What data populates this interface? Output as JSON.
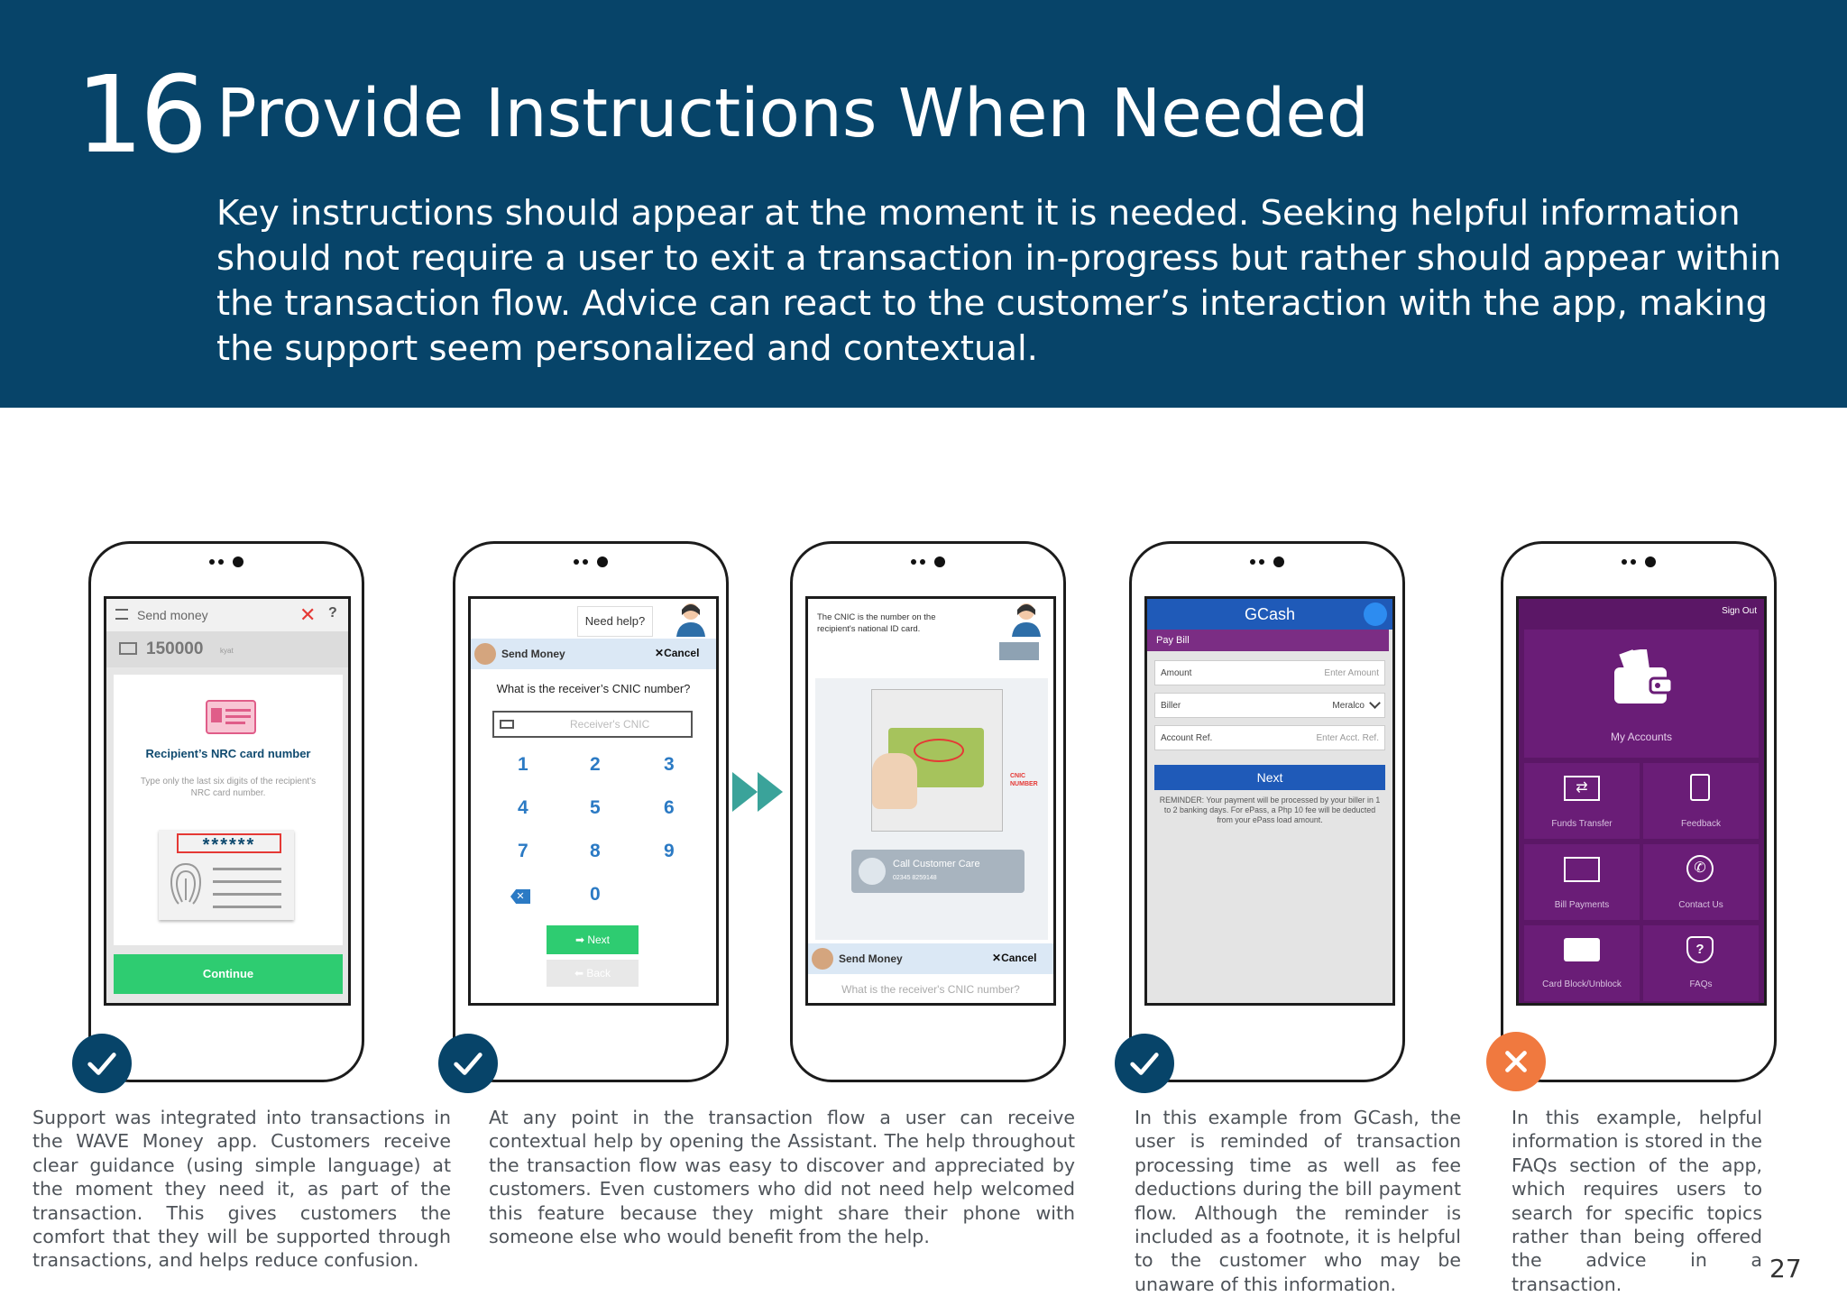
{
  "header": {
    "number": "16",
    "title": "Provide Instructions When Needed",
    "intro": "Key instructions should appear at the moment it is needed. Seeking helpful information should not require a user to exit a transaction in-progress but rather should appear within the transaction flow. Advice can react to the customer’s interaction with the app, making the support seem personalized and contextual."
  },
  "colors": {
    "header_bg": "#074469",
    "check_badge": "#074469",
    "cross_badge": "#f0793f",
    "arrow": "#3aa39a"
  },
  "phones": {
    "wave": {
      "topbar_title": "Send money",
      "amount": "150000",
      "amount_unit": "kyat",
      "heading": "Recipient’s NRC card number",
      "hint": "Type only the last six digits of the recipient's NRC card number.",
      "masked": "******",
      "button": "Continue"
    },
    "assistant": {
      "bubble": "Need help?",
      "bar_title": "Send Money",
      "cancel": "Cancel",
      "question": "What is the receiver’s CNIC number?",
      "placeholder": "Receiver's CNIC",
      "keys": [
        "1",
        "2",
        "3",
        "4",
        "5",
        "6",
        "7",
        "8",
        "9",
        "0"
      ],
      "next": "Next",
      "back": "Back"
    },
    "assistant_help": {
      "bubble": "The CNIC is the number on the recipient's national ID card.",
      "card_label": "CNIC NUMBER",
      "call_button": "Call Customer Care",
      "call_number": "02345 8259148",
      "bar_title": "Send Money",
      "cancel": "Cancel",
      "question": "What is the receiver's CNIC number?"
    },
    "gcash": {
      "app_title": "GCash",
      "section": "Pay Bill",
      "fields": [
        {
          "label": "Amount",
          "value": "Enter Amount"
        },
        {
          "label": "Biller",
          "value": "Meralco"
        },
        {
          "label": "Account Ref.",
          "value": "Enter Acct. Ref."
        }
      ],
      "next": "Next",
      "reminder": "REMINDER: Your payment will be processed by your biller in 1 to 2 banking days. For ePass, a Php 10 fee will be deducted from your ePass load amount."
    },
    "bank": {
      "sign_out": "Sign Out",
      "main_tile": "My Accounts",
      "tiles": [
        "Funds Transfer",
        "Feedback",
        "Bill Payments",
        "Contact Us",
        "Card Block/Unblock",
        "FAQs"
      ]
    }
  },
  "captions": [
    "Support was integrated into transactions in the WAVE Money app. Customers receive clear guidance (using simple language) at the moment they need it, as part of the transaction. This gives customers the comfort that they will be supported through transactions, and helps reduce confusion.",
    "At any point in the transaction flow a user can receive contextual help by opening the Assistant. The help throughout the transaction flow was easy to discover and appreciated by customers. Even customers who did not need help welcomed this feature because they might share their phone with someone else who would benefit from the help.",
    "In this example from GCash, the user is reminded of transaction processing time as well as fee deductions during the bill payment flow. Although the reminder is included as a footnote, it is helpful to the customer who may be unaware of this information.",
    "In this example, helpful information is stored in the FAQs section of the app, which requires users to search for specific topics rather than being offered the advice in a transaction."
  ],
  "page_number": "27"
}
